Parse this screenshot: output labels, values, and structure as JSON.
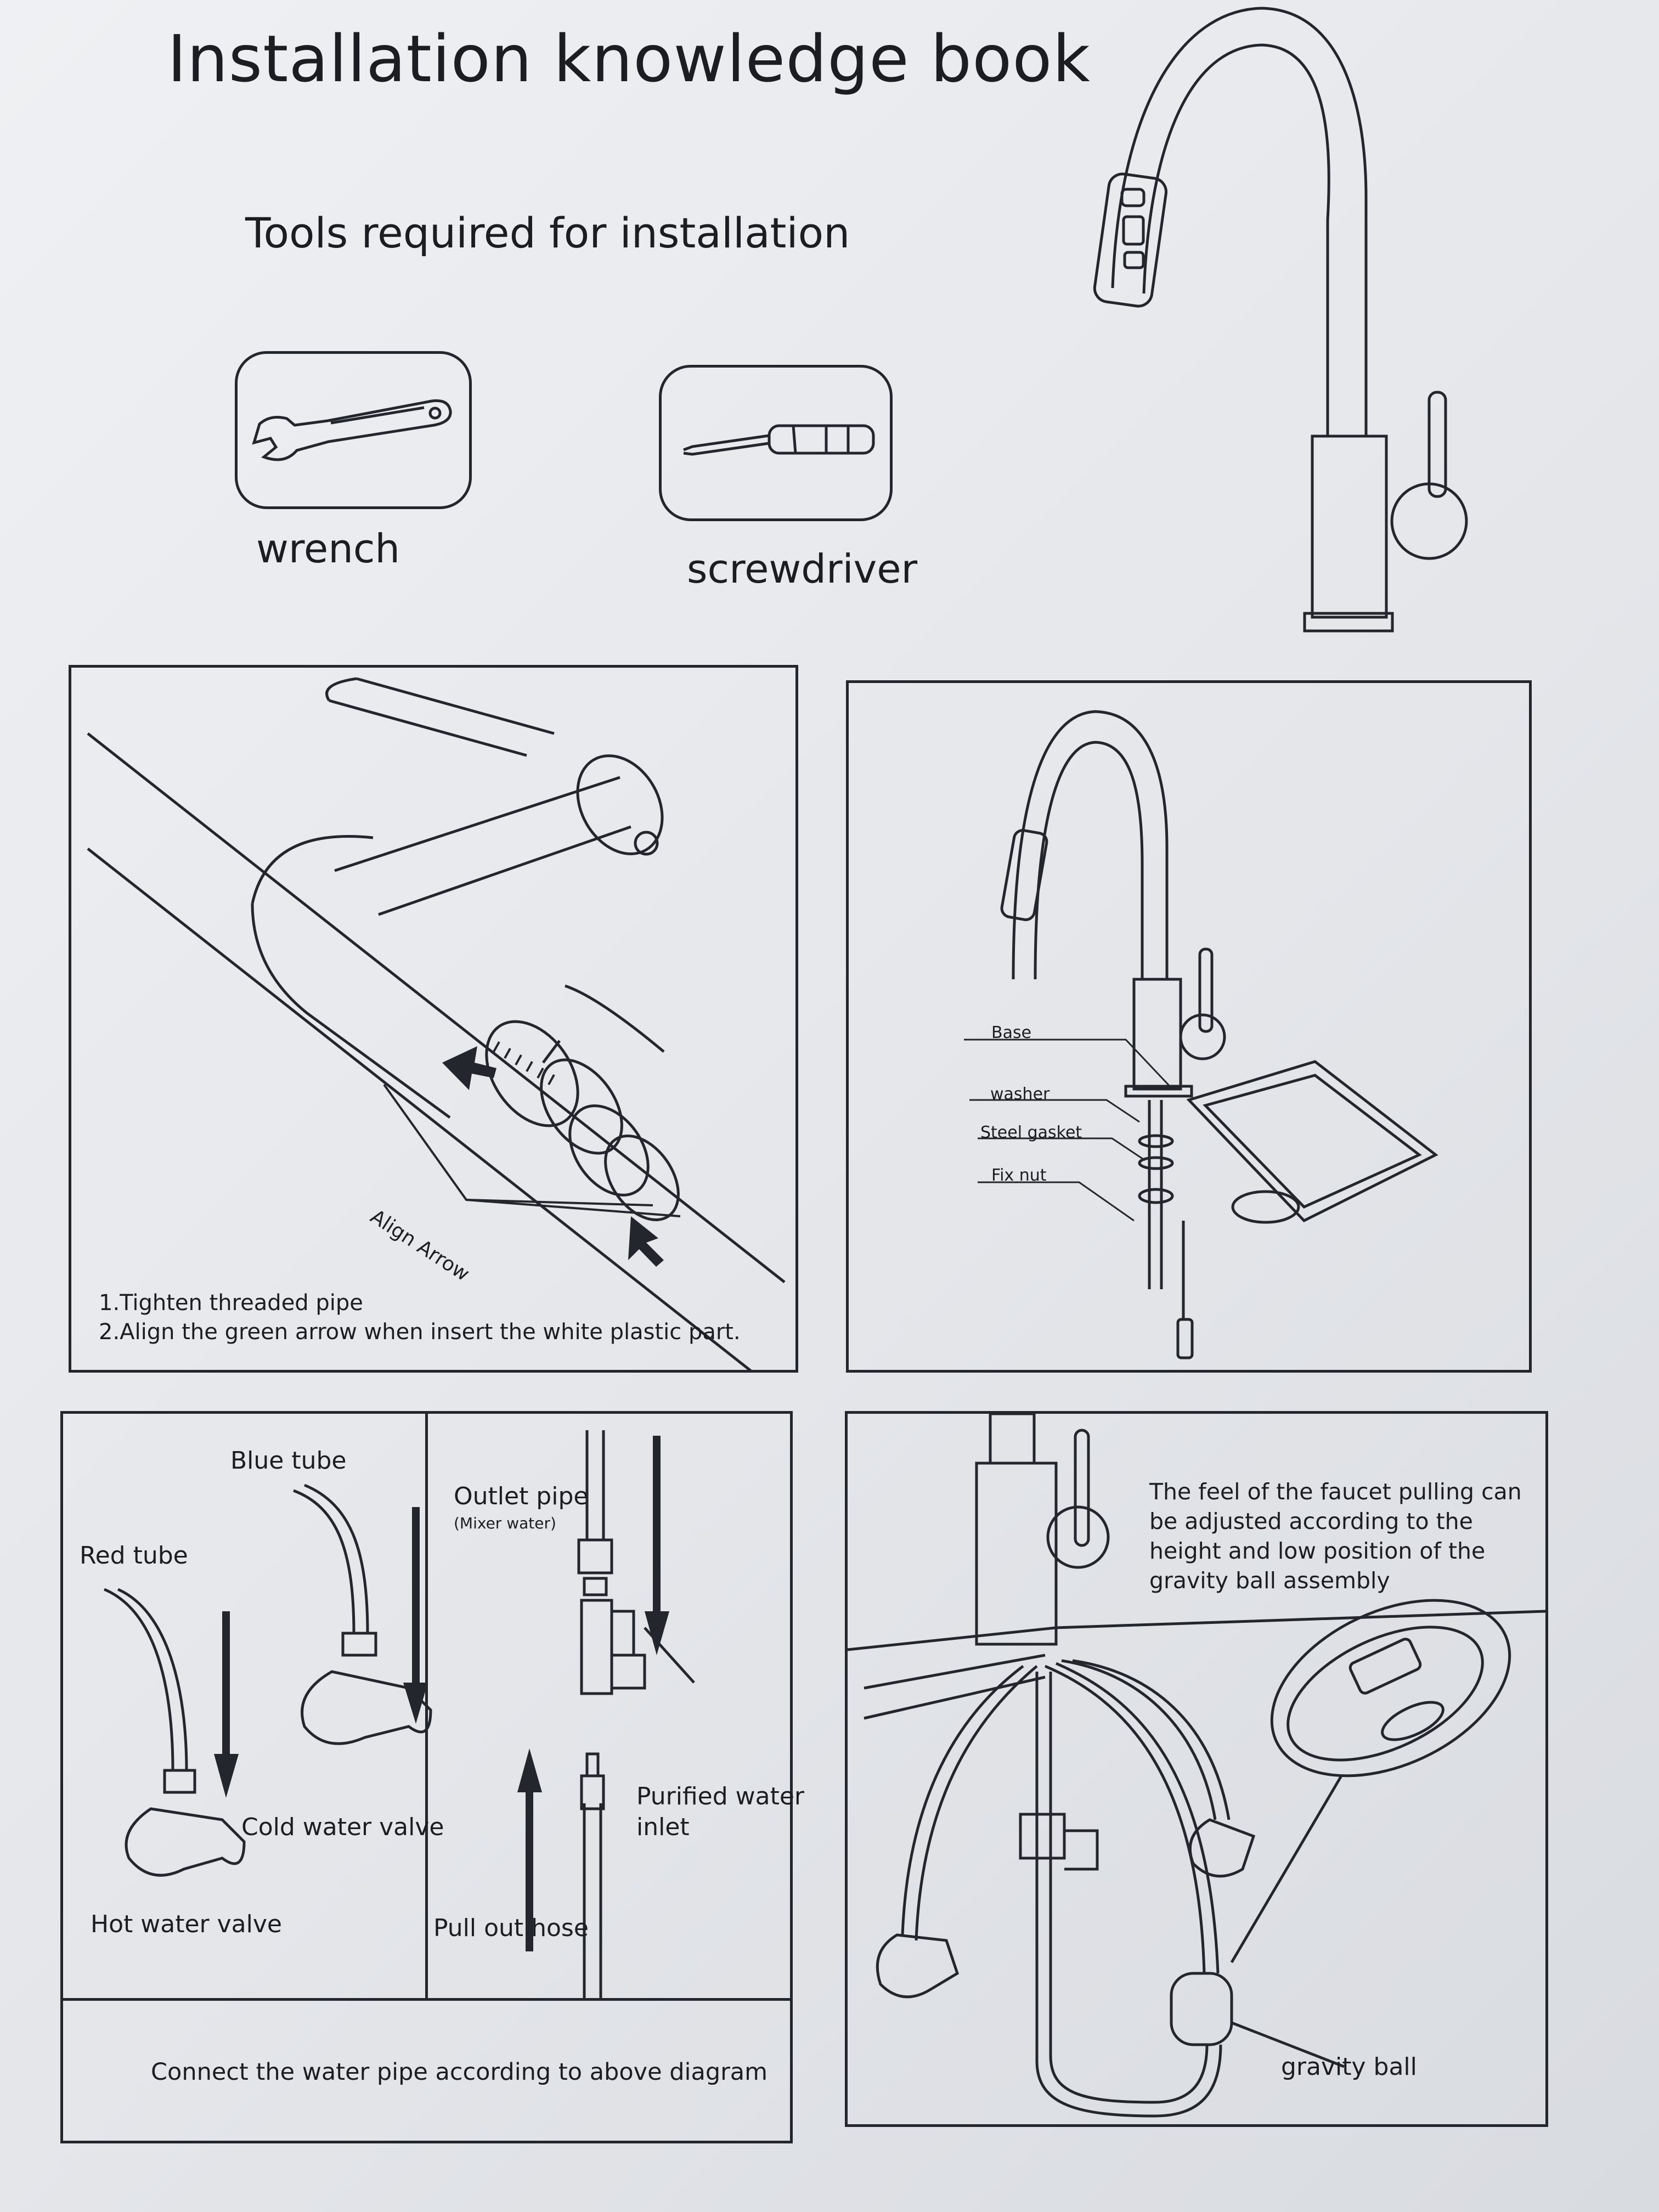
{
  "header": {
    "title": "Installation knowledge book",
    "subtitle": "Tools required for installation"
  },
  "tools": {
    "wrench_label": "wrench",
    "screwdriver_label": "screwdriver"
  },
  "panel_thread": {
    "align_arrow_label": "Align Arrow",
    "step1": "1.Tighten threaded pipe",
    "step2": "2.Align the green arrow when insert the white plastic part."
  },
  "panel_base": {
    "base_label": "Base",
    "washer_label": "washer",
    "steel_gasket_label": "Steel gasket",
    "fix_nut_label": "Fix  nut"
  },
  "panel_pipes": {
    "blue_tube_label": "Blue tube",
    "red_tube_label": "Red tube",
    "cold_valve_label": "Cold water valve",
    "hot_valve_label": "Hot water valve",
    "outlet_pipe_label": "Outlet pipe",
    "outlet_pipe_sub": "(Mixer water)",
    "purified_line1": "Purified water",
    "purified_line2": "inlet",
    "pull_out_hose_label": "Pull out hose",
    "footer_note": "Connect the water pipe according to above diagram"
  },
  "panel_gravity": {
    "note": "The feel of the faucet pulling can be adjusted according to the height and low position of the gravity ball assembly",
    "gravity_ball_label": "gravity ball"
  }
}
